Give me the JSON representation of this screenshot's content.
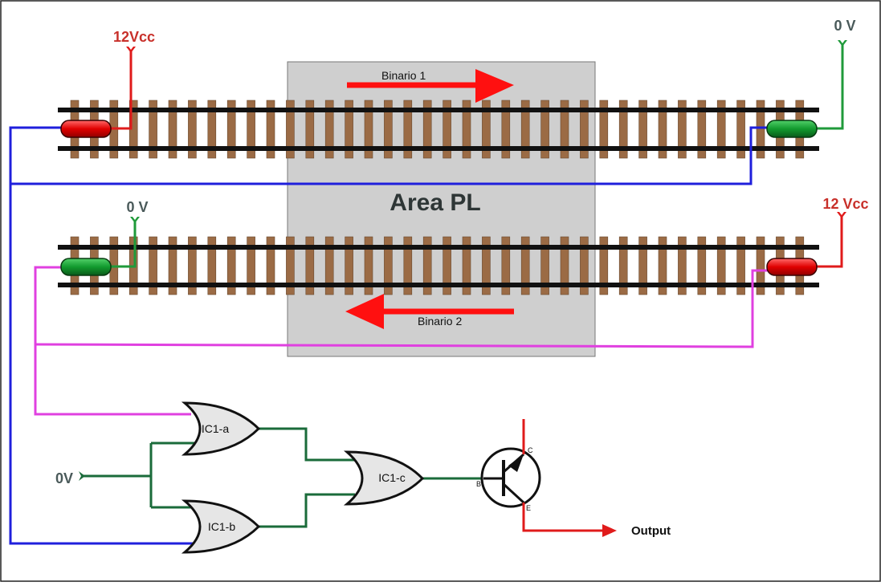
{
  "labels": {
    "area": "Area PL",
    "track1": "Binario 1",
    "track2": "Binario 2",
    "supply_top_left": "12Vcc",
    "supply_top_right": "0 V",
    "supply_mid_left": "0 V",
    "supply_mid_right": "12 Vcc",
    "input_0v": "0V",
    "output": "Output"
  },
  "gates": {
    "a": "IC1-a",
    "b": "IC1-b",
    "c": "IC1-c"
  },
  "transistor": {
    "collector": "C",
    "base": "B",
    "emitter": "E"
  },
  "colors": {
    "positive_wire": "#e01b1b",
    "ground_wire": "#1f9a3a",
    "blue_wire": "#1f1fdc",
    "magenta_wire": "#e040e0",
    "logic_wire": "#1a6b3a",
    "sleeper": "#9b6b45",
    "rail": "#111111",
    "area": "#cfcfcf",
    "gate_fill": "#e6e6e6",
    "label_gray": "#4a5a5a",
    "label_red": "#c8302a"
  }
}
